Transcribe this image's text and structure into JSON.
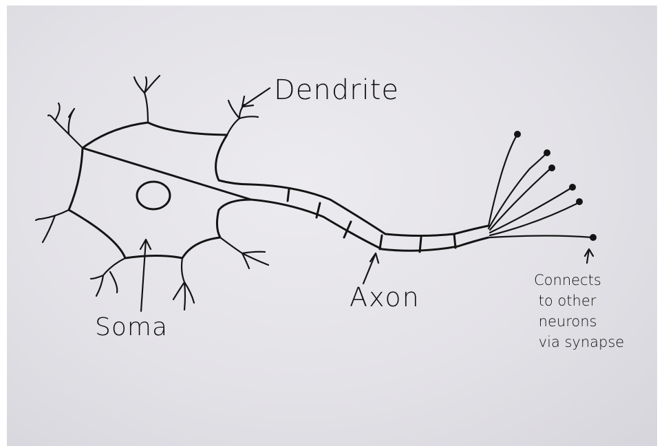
{
  "diagram": {
    "labels": {
      "dendrite": "Dendrite",
      "soma": "Soma",
      "axon": "Axon",
      "synapse_note": "Connects\n to other\n neurons\n via synapse"
    }
  }
}
